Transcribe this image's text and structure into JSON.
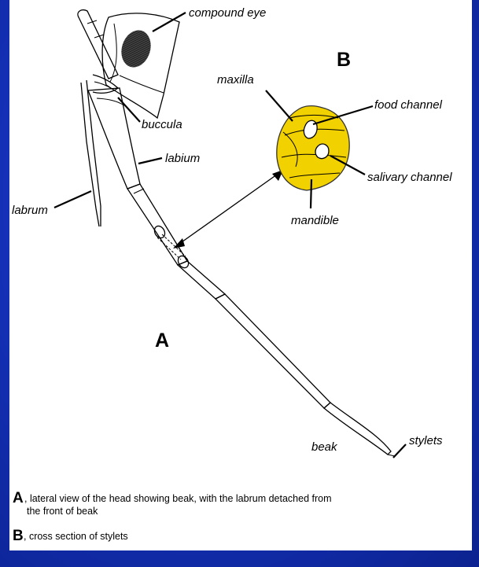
{
  "figure": {
    "panel_labels": {
      "a": "A",
      "b": "B"
    },
    "labels": {
      "compound_eye": "compound eye",
      "buccula": "buccula",
      "labium": "labium",
      "labrum": "labrum",
      "beak": "beak",
      "stylets": "stylets",
      "maxilla": "maxilla",
      "food_channel": "food channel",
      "salivary_channel": "salivary channel",
      "mandible": "mandible"
    },
    "colors": {
      "stylet_fill": "#f2d100",
      "background": "#1431b8",
      "panel": "#ffffff"
    }
  },
  "caption": {
    "a_letter": "A",
    "a_line1": ", lateral view of the head showing beak, with the labrum detached from",
    "a_line2": "the front of beak",
    "b_letter": "B",
    "b_line1": ", cross section of stylets"
  }
}
